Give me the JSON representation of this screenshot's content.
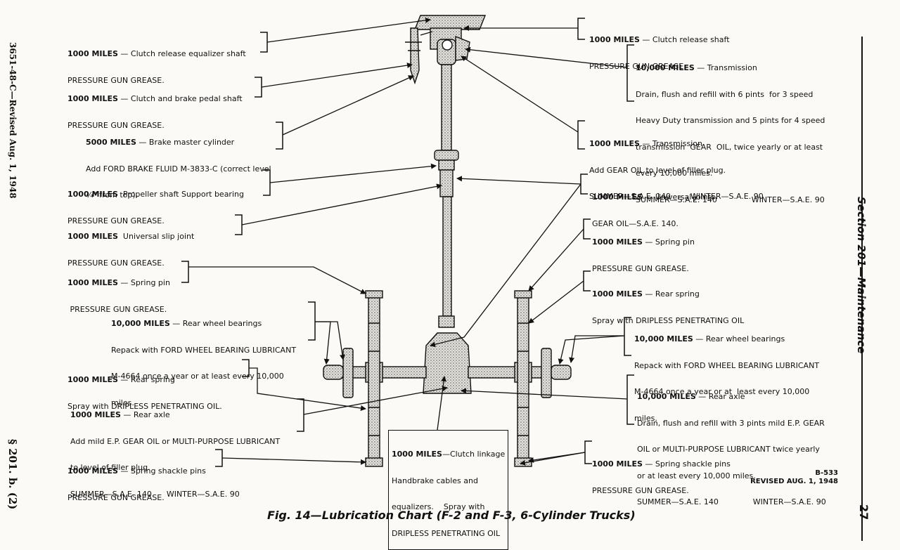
{
  "figure": {
    "caption": "Fig. 14—Lubrication Chart (F-2 and F-3, 6-Cylinder Trucks)",
    "code_line1": "B-533",
    "code_line2": "REVISED AUG. 1, 1948"
  },
  "margin": {
    "left_top": "3651-48-C—Revised Aug. 1, 1948",
    "left_bottom": "§ 201. b. (2)",
    "section": "Section 201—Maintenance",
    "page_number": "27"
  },
  "callouts": {
    "l1": {
      "miles": "1000 MILES",
      "text": " — Clutch release equalizer shaft",
      "lines": [
        "PRESSURE GUN GREASE."
      ]
    },
    "l2": {
      "miles": "1000 MILES",
      "text": " — Clutch and brake pedal shaft",
      "lines": [
        "PRESSURE GUN GREASE."
      ]
    },
    "l3": {
      "miles": "5000 MILES",
      "text": " — Brake master cylinder",
      "lines": [
        "Add FORD BRAKE FLUID M-3833-C (correct level",
        "¼\" from top)."
      ]
    },
    "l4": {
      "miles": "1000 MILES",
      "text": "  Propeller shaft Support bearing",
      "lines": [
        "PRESSURE GUN GREASE."
      ]
    },
    "l5": {
      "miles": "1000 MILES",
      "text": "  Universal slip joint",
      "lines": [
        "PRESSURE GUN GREASE."
      ]
    },
    "l6": {
      "miles": "1000 MILES",
      "text": " — Spring pin",
      "lines": [
        " PRESSURE GUN GREASE."
      ]
    },
    "l7": {
      "miles": "10,000 MILES",
      "text": " — Rear wheel bearings",
      "lines": [
        "Repack with FORD WHEEL BEARING LUBRICANT",
        "M-4664 once a year or at least every 10,000",
        "miles."
      ]
    },
    "l8": {
      "miles": "1000 MILES",
      "text": " — Rear spring",
      "lines": [
        "Spray with DRIPLESS PENETRATING OIL."
      ]
    },
    "l9": {
      "miles": "1000 MILES",
      "text": " — Rear axle",
      "lines": [
        "Add mild E.P. GEAR OIL or MULTI-PURPOSE LUBRICANT",
        "to level of filler plug.",
        "SUMMER—S.A.E. 140      WINTER—S.A.E. 90"
      ]
    },
    "l10": {
      "miles": "1000 MILES",
      "text": " — Spring shackle pins",
      "lines": [
        "PRESSURE GUN GREASE."
      ]
    },
    "c1": {
      "miles": "1000 MILES",
      "text": "—Clutch linkage",
      "lines": [
        "Handbrake cables and",
        "equalizers.    Spray with",
        "DRIPLESS PENETRATING OIL"
      ]
    },
    "r1": {
      "miles": "1000 MILES",
      "text": " — Clutch release shaft",
      "lines": [
        "PRESSURE GUN GREASE."
      ]
    },
    "r2": {
      "miles": "10,000 MILES",
      "text": " — Transmission",
      "lines": [
        "Drain, flush and refill with 6 pints  for 3 speed",
        "Heavy Duty transmission and 5 pints for 4 speed",
        "transmission  GEAR  OIL, twice yearly or at least",
        "every 10,000 miles.",
        "SUMMER—S.A.E. 140              WINTER—S.A.E. 90"
      ]
    },
    "r3": {
      "miles": "1000 MILES",
      "text": " — Transmission",
      "lines": [
        "Add GEAR OIL to level of filler plug.",
        "SUMMER—S.A.E. 140        WINTER—S.A.E. 90"
      ]
    },
    "r4": {
      "miles": "1000 MILES",
      "text": " — Universal joints",
      "lines": [
        "GEAR OIL—S.A.E. 140."
      ]
    },
    "r5": {
      "miles": "1000 MILES",
      "text": " — Spring pin",
      "lines": [
        "PRESSURE GUN GREASE."
      ]
    },
    "r6": {
      "miles": "1000 MILES",
      "text": " — Rear spring",
      "lines": [
        "Spray with DRIPLESS PENETRATING OIL"
      ]
    },
    "r7": {
      "miles": "10,000 MILES",
      "text": " — Rear wheel bearings",
      "lines": [
        "Repack with FORD WHEEL BEARING LUBRICANT",
        "M-4664 once a year or at  least every 10,000",
        "miles."
      ]
    },
    "r8": {
      "miles": "10,000 MILES",
      "text": " — Rear axle",
      "lines": [
        "Drain, flush and refill with 3 pints mild E.P. GEAR",
        "OIL or MULTI-PURPOSE LUBRICANT twice yearly",
        "or at least every 10,000 miles.",
        "SUMMER—S.A.E. 140              WINTER—S.A.E. 90"
      ]
    },
    "r9": {
      "miles": "1000 MILES",
      "text": " — Spring shackle pins",
      "lines": [
        "PRESSURE GUN GREASE."
      ]
    }
  }
}
